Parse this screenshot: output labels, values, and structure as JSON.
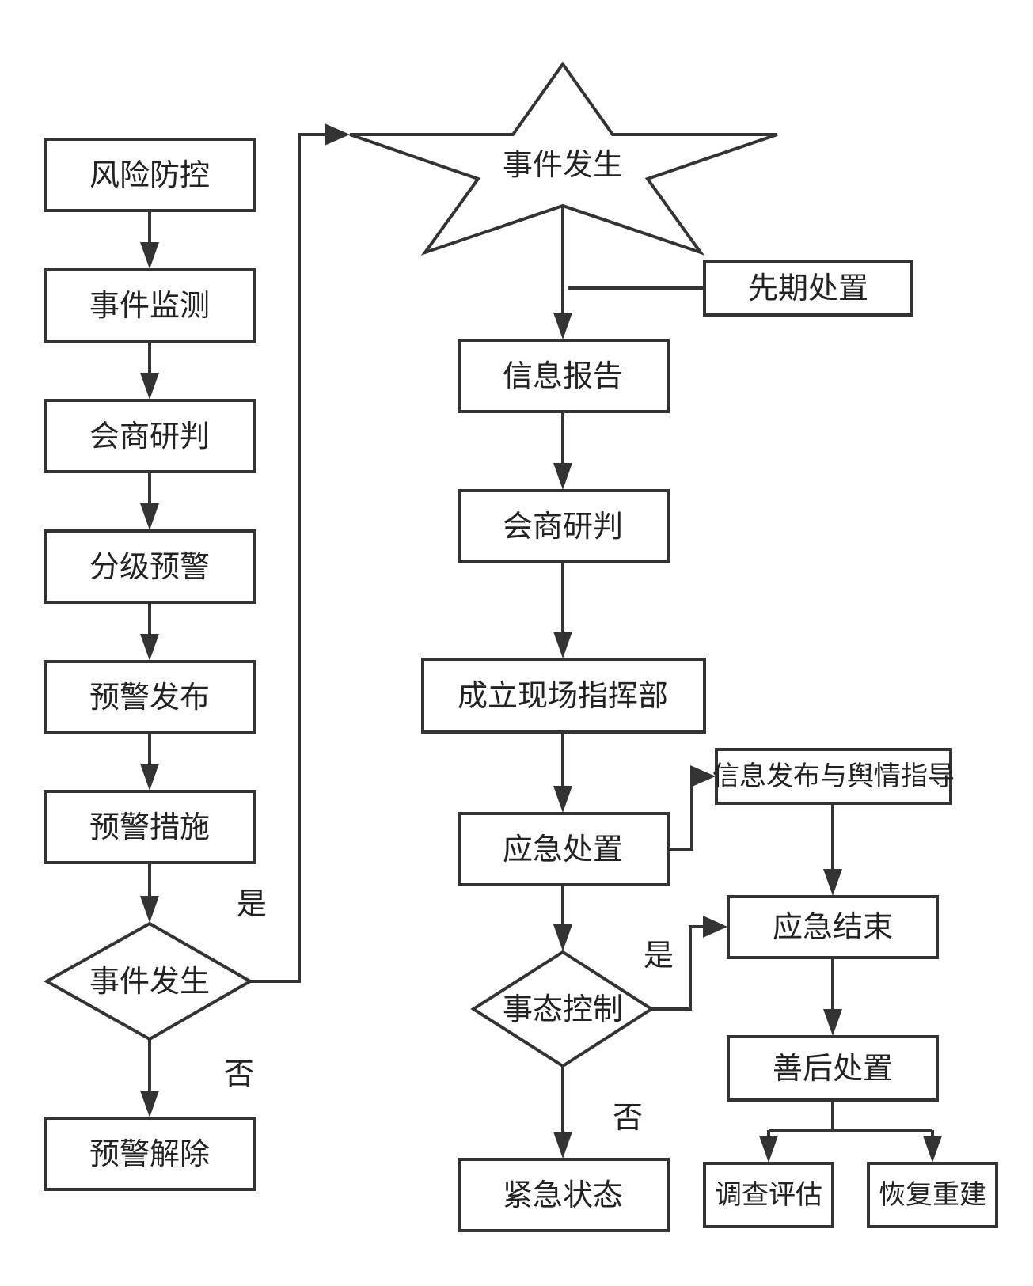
{
  "colors": {
    "stroke": "#333333",
    "text": "#222222",
    "background": "#ffffff"
  },
  "left": {
    "risk_control": "风险防控",
    "event_monitoring": "事件监测",
    "consultation": "会商研判",
    "graded_warning": "分级预警",
    "warning_release": "预警发布",
    "warning_measures": "预警措施",
    "event_occurs_decision": "事件发生",
    "yes_label": "是",
    "no_label": "否",
    "warning_lifted": "预警解除"
  },
  "right": {
    "event_occurs_star": "事件发生",
    "initial_disposal": "先期处置",
    "info_report": "信息报告",
    "consultation": "会商研判",
    "field_command": "成立现场指挥部",
    "info_release": "信息发布与舆情指导",
    "emergency_disposal": "应急处置",
    "situation_control": "事态控制",
    "yes_label": "是",
    "no_label": "否",
    "emergency_end": "应急结束",
    "aftermath": "善后处置",
    "emergency_state": "紧急状态",
    "investigation": "调查评估",
    "recovery": "恢复重建"
  }
}
